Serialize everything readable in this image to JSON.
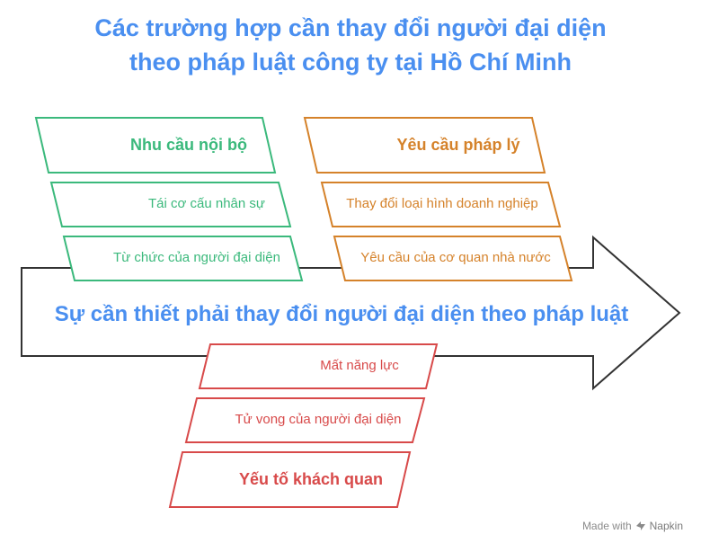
{
  "title": {
    "line1": "Các trường hợp cần thay đổi người đại diện",
    "line2": "theo pháp luật công ty tại Hồ Chí Minh"
  },
  "main": {
    "label": "Sự cần thiết phải thay đổi người đại diện theo pháp luật"
  },
  "groups": {
    "internal": {
      "heading": "Nhu cầu nội bộ",
      "items": [
        "Tái cơ cấu nhân sự",
        "Từ chức của người đại diện"
      ],
      "color": "#3bb97c"
    },
    "legal": {
      "heading": "Yêu cầu pháp lý",
      "items": [
        "Thay đổi loại hình doanh nghiệp",
        "Yêu cầu của cơ quan nhà nước"
      ],
      "color": "#d5822a"
    },
    "objective": {
      "heading": "Yếu tố khách quan",
      "items": [
        "Mất năng lực",
        "Tử vong của người đại diện"
      ],
      "color": "#d84a4a"
    }
  },
  "footer": {
    "made_with": "Made with",
    "brand": "Napkin"
  }
}
